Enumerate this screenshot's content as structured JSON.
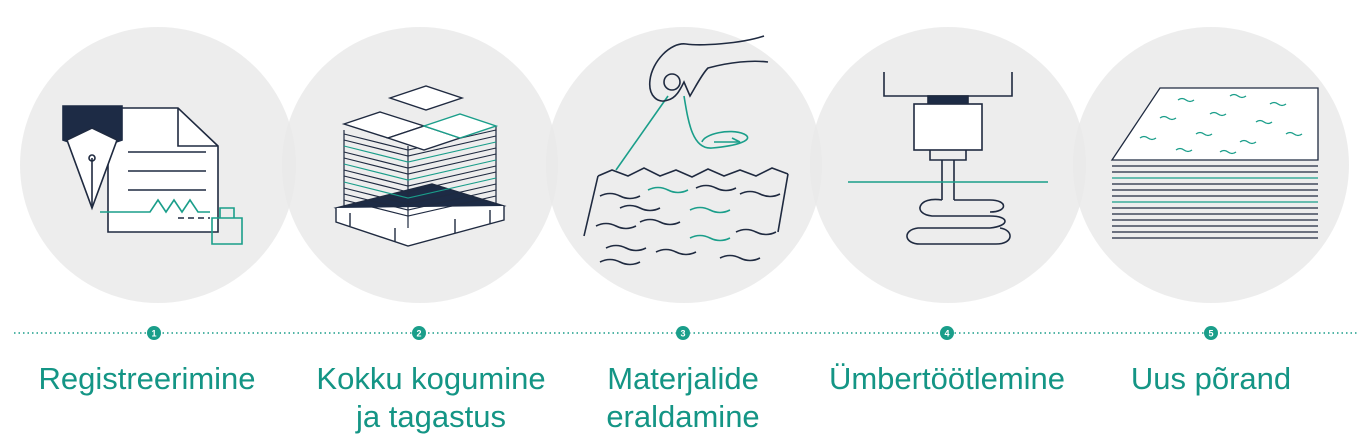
{
  "steps": [
    {
      "number": "1",
      "label_lines": [
        "Registreerimine"
      ],
      "icon": "signing-pen-document-icon"
    },
    {
      "number": "2",
      "label_lines": [
        "Kokku kogumine",
        "ja tagastus"
      ],
      "icon": "stacked-tiles-pallet-icon"
    },
    {
      "number": "3",
      "label_lines": [
        "Materjalide",
        "eraldamine"
      ],
      "icon": "hand-pulling-fibre-icon"
    },
    {
      "number": "4",
      "label_lines": [
        "Ümbertöötlemine"
      ],
      "icon": "extruder-press-icon"
    },
    {
      "number": "5",
      "label_lines": [
        "Uus põrand"
      ],
      "icon": "new-floor-tiles-stack-icon"
    }
  ],
  "colors": {
    "accent": "#1a9e8a",
    "label_text": "#149585",
    "outline": "#1f2a40",
    "circle_bg": "#e9e9e9",
    "dark_navy": "#1d2b45"
  }
}
